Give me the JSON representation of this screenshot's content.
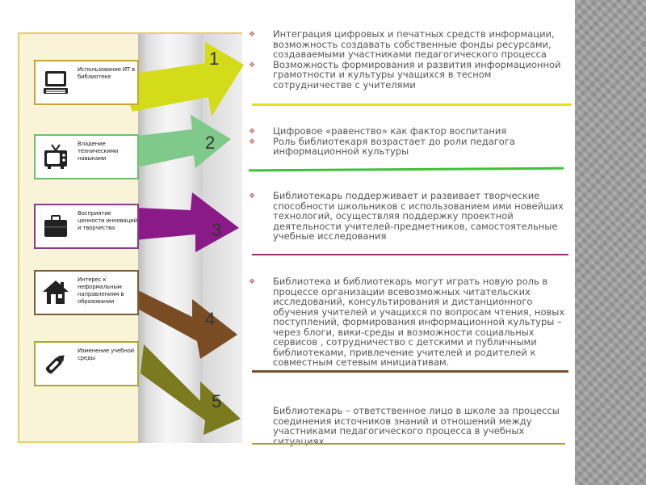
{
  "diagram": {
    "steps": [
      {
        "num": "1",
        "label": "Использование ИТ в библиотеке",
        "icon": "computer-icon",
        "arrow_color": "#d4dc19",
        "box_border": "#c9a238"
      },
      {
        "num": "2",
        "label": "Владение техническими навыками",
        "icon": "tv-icon",
        "arrow_color": "#7fc98a",
        "box_border": "#6bbf6a"
      },
      {
        "num": "3",
        "label": "Восприятие ценности инноваций и творчества",
        "icon": "briefcase-icon",
        "arrow_color": "#8a1a88",
        "box_border": "#8a3a86"
      },
      {
        "num": "4",
        "label": "Интерес к неформальным направлениям в образовании",
        "icon": "house-icon",
        "arrow_color": "#7a4c24",
        "box_border": "#7a5a3a"
      },
      {
        "num": "5",
        "label": "Изменение учебной среды",
        "icon": "pencil-icon",
        "arrow_color": "#7c7a1f",
        "box_border": "#a8a838"
      }
    ]
  },
  "text": {
    "block1": {
      "items": [
        "Интеграция цифровых и печатных средств информации, возможность создавать собственные фонды ресурсами, создаваемыми участниками педагогического процесса",
        "Возможность формирования и развития информационной грамотности и культуры учащихся в тесном сотрудничестве с учителями"
      ],
      "rule_color": "#e4e41c"
    },
    "block2": {
      "items": [
        "Цифровое «равенство» как фактор воспитания",
        "Роль библиотекаря возрастает до роли педагога информационной культуры"
      ],
      "rule_color": "#3fbf3a"
    },
    "block3": {
      "items": [
        "Библиотекарь поддерживает и развивает творческие способности школьников с использованием ими новейших технологий, осуществляя поддержку проектной деятельности учителей-предметников, самостоятельные учебные исследования"
      ],
      "rule_color": "#a02a7a"
    },
    "block4": {
      "items": [
        "Библиотека и библиотекарь могут играть новую роль в процессе организации всевозможных читательских исследований, консультирования и дистанционного обучения учителей и учащихся по вопросам чтения, новых поступлений, формирования информационной культуры – через блоги, вики-среды и возможности социальных сервисов , сотрудничество с детскими и публичными библиотеками, привлечение учителей и родителей к совместным сетевым инициативам."
      ],
      "rule_color": "#7a5030"
    },
    "block5": {
      "text": "Библиотекарь – ответственное лицо в школе за процессы соединения источников знаний и отношений между участниками педагогического процесса в учебных ситуациях.",
      "rule_color": "#a0a030"
    },
    "bullet_glyph": "❖"
  }
}
